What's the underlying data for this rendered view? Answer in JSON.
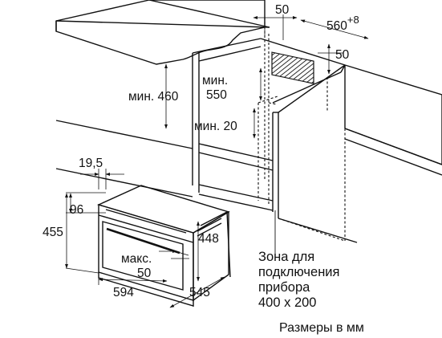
{
  "dimensions": {
    "d50_top": "50",
    "d560": "560",
    "d560_sup": "+8",
    "d50_right": "50",
    "min460": "мин. 460",
    "min550_line1": "мин.",
    "min550_line2": "550",
    "min20": "мин. 20",
    "d19_5": "19,5",
    "d96": "96",
    "d455": "455",
    "d448": "448",
    "maks_line1": "макс.",
    "maks_line2": "50",
    "d594": "594",
    "d545": "545"
  },
  "zone_note": {
    "line1": "Зона для",
    "line2": "подключения",
    "line3": "прибора",
    "line4": "400 x 200"
  },
  "units_note": "Размеры в мм"
}
